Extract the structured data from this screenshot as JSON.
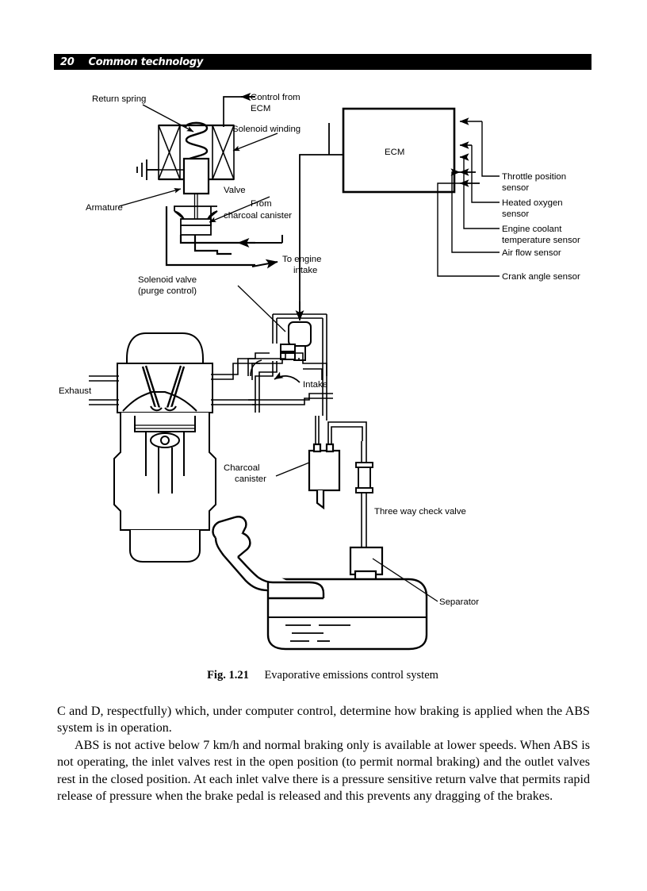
{
  "header": {
    "folio": "20",
    "chapter": "Common technology",
    "bar_color": "#000000",
    "text_color": "#ffffff"
  },
  "figure": {
    "caption_number": "Fig. 1.21",
    "caption_text": "Evaporative emissions control system",
    "labels": {
      "return_spring": "Return spring",
      "control_from_ecm_line1": "Control from",
      "control_from_ecm_line2": "ECM",
      "solenoid_winding": "Solenoid winding",
      "armature": "Armature",
      "valve": "Valve",
      "from_charcoal_canister_line1": "From",
      "from_charcoal_canister_line2": "charcoal canister",
      "to_engine_intake_line1": "To engine",
      "to_engine_intake_line2": "intake",
      "solenoid_valve_line1": "Solenoid valve",
      "solenoid_valve_line2": "(purge control)",
      "ecm": "ECM",
      "sensor_throttle_line1": "Throttle position",
      "sensor_throttle_line2": "sensor",
      "sensor_oxygen_line1": "Heated oxygen",
      "sensor_oxygen_line2": "sensor",
      "sensor_coolant_line1": "Engine coolant",
      "sensor_coolant_line2": "temperature sensor",
      "sensor_airflow": "Air flow sensor",
      "sensor_crank": "Crank angle sensor",
      "exhaust": "Exhaust",
      "intake": "Intake",
      "charcoal_canister_line1": "Charcoal",
      "charcoal_canister_line2": "canister",
      "three_way_check_valve": "Three way check valve",
      "separator": "Separator"
    },
    "ecm_sensor_list": [
      "Throttle position sensor",
      "Heated oxygen sensor",
      "Engine coolant temperature sensor",
      "Air flow sensor",
      "Crank angle sensor"
    ],
    "components": [
      "Return spring",
      "Solenoid winding",
      "Armature",
      "Valve",
      "Solenoid valve (purge control)",
      "ECM",
      "Charcoal canister",
      "Three way check valve",
      "Separator"
    ],
    "line_color": "#000000"
  },
  "body": {
    "paragraph_1": "C and D, respectfully) which, under computer control, determine how braking is applied when the ABS system is in operation.",
    "paragraph_2": "ABS is not active below 7 km/h and normal braking only is available at lower speeds. When ABS is not operating, the inlet valves rest in the open position (to permit normal braking) and the outlet valves rest in the closed position. At each inlet valve there is a pressure sensitive return valve that permits rapid release of pressure when the brake pedal is released and this prevents any dragging of the brakes."
  }
}
